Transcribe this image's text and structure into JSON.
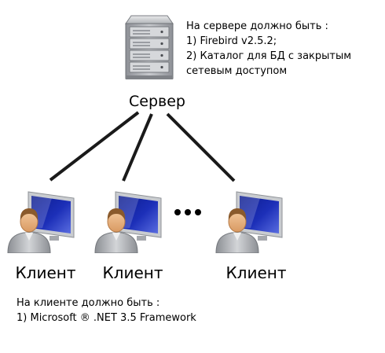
{
  "server": {
    "label": "Сервер",
    "icon": "server-rack-icon",
    "requirements": {
      "heading": "На сервере должно быть   :",
      "items": [
        "1) Firebird v2.5.2;",
        "2) Каталог для БД с закрытым",
        "сетевым доступом"
      ]
    }
  },
  "clients": [
    {
      "label": "Клиент",
      "icon": "user-computer-icon"
    },
    {
      "label": "Клиент",
      "icon": "user-computer-icon"
    },
    {
      "label": "Клиент",
      "icon": "user-computer-icon"
    }
  ],
  "more_clients_icon": "ellipsis-icon",
  "client_requirements": {
    "heading": "На клиенте должно быть     :",
    "items": [
      "1) Microsoft ® .NET 3.5 Framework"
    ]
  },
  "colors": {
    "connector": "#1a1a1a",
    "screen_blue": "#1c2fb8",
    "server_gray": "#b9bcc0"
  }
}
